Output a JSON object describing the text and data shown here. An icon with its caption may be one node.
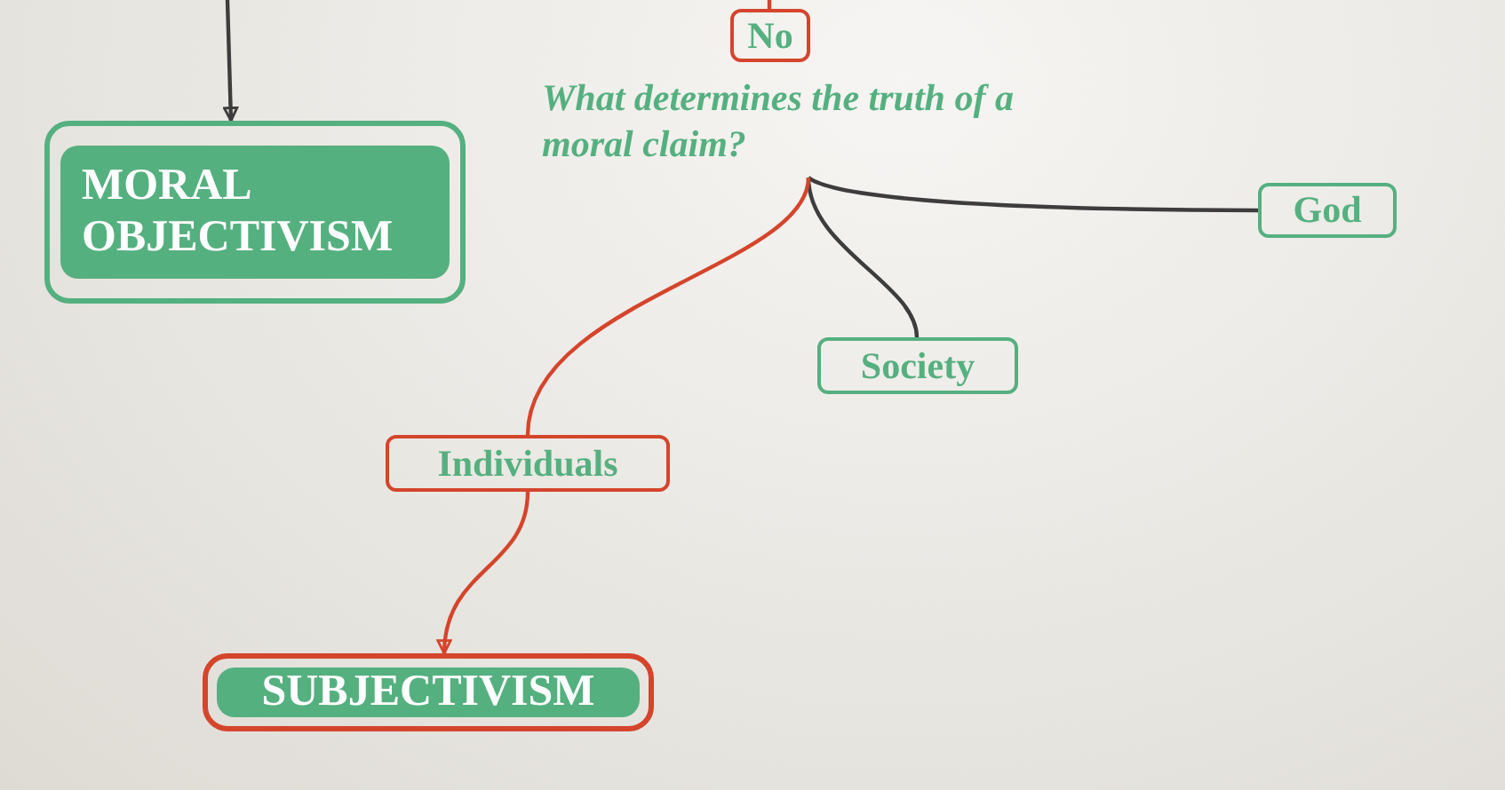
{
  "diagram": {
    "nodes": [
      {
        "text": [
          "MORAL OBJECTIVISM"
        ]
      },
      {
        "text": [
          "No"
        ]
      },
      {
        "text": [
          "What determines the truth of a moral claim?"
        ]
      },
      {
        "text": [
          "God"
        ]
      },
      {
        "text": [
          "Society"
        ]
      },
      {
        "text": [
          "Individuals"
        ]
      },
      {
        "text": [
          "SUBJECTIVISM"
        ]
      }
    ],
    "edges": [
      {
        "from": null,
        "to": 0,
        "arrow": "to"
      },
      {
        "from": null,
        "to": 1,
        "arrow": "none",
        "color": "#d4452c"
      },
      {
        "from": 2,
        "to": 3,
        "arrow": "none"
      },
      {
        "from": 2,
        "to": 4,
        "arrow": "none"
      },
      {
        "from": 2,
        "to": 5,
        "arrow": "none",
        "color": "#d4452c"
      },
      {
        "from": 5,
        "to": 6,
        "arrow": "to",
        "color": "#d4452c"
      }
    ]
  }
}
